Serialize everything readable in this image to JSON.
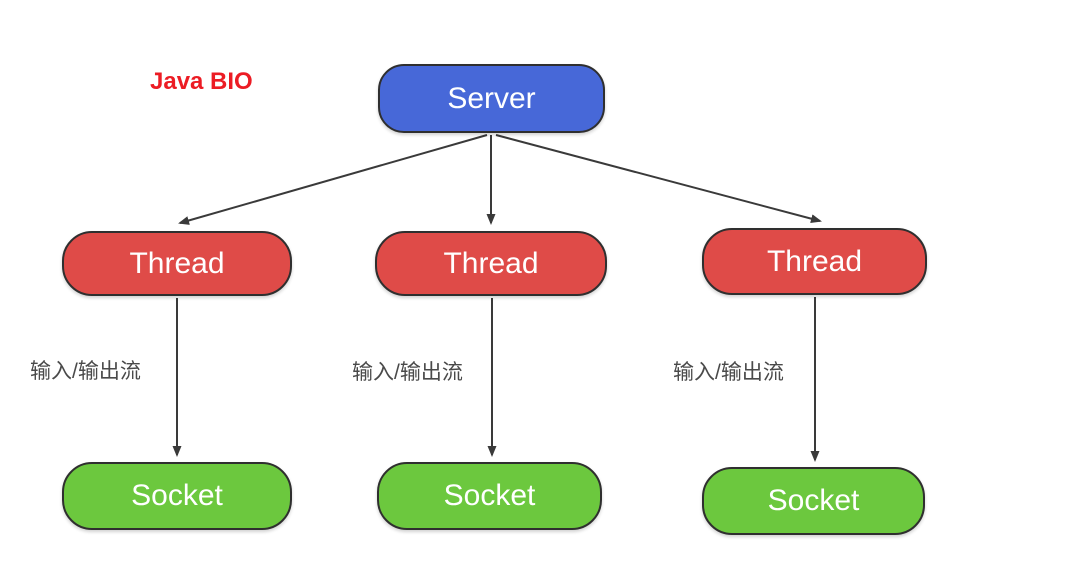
{
  "diagram": {
    "title": {
      "text": "Java BIO",
      "color": "#ec1c24"
    },
    "nodes": {
      "server": {
        "label": "Server",
        "fill": "#4768d8"
      },
      "threads": [
        {
          "label": "Thread",
          "fill": "#df4b48"
        },
        {
          "label": "Thread",
          "fill": "#df4b48"
        },
        {
          "label": "Thread",
          "fill": "#df4b48"
        }
      ],
      "sockets": [
        {
          "label": "Socket",
          "fill": "#6cc83e"
        },
        {
          "label": "Socket",
          "fill": "#6cc83e"
        },
        {
          "label": "Socket",
          "fill": "#6cc83e"
        }
      ]
    },
    "edges": [
      {
        "from": "server",
        "to": "thread-1",
        "label": ""
      },
      {
        "from": "server",
        "to": "thread-2",
        "label": ""
      },
      {
        "from": "server",
        "to": "thread-3",
        "label": ""
      },
      {
        "from": "thread-1",
        "to": "socket-1",
        "label": "输入/输出流"
      },
      {
        "from": "thread-2",
        "to": "socket-2",
        "label": "输入/输出流"
      },
      {
        "from": "thread-3",
        "to": "socket-3",
        "label": "输入/输出流"
      }
    ],
    "colors": {
      "server_fill": "#4768d8",
      "thread_fill": "#df4b48",
      "socket_fill": "#6cc83e",
      "node_border": "#2f2f2f",
      "node_text": "#ffffff",
      "title_red": "#ec1c24",
      "arrow": "#3a3a3a",
      "edge_label_text": "#4a4a4a",
      "background": "#ffffff"
    }
  }
}
